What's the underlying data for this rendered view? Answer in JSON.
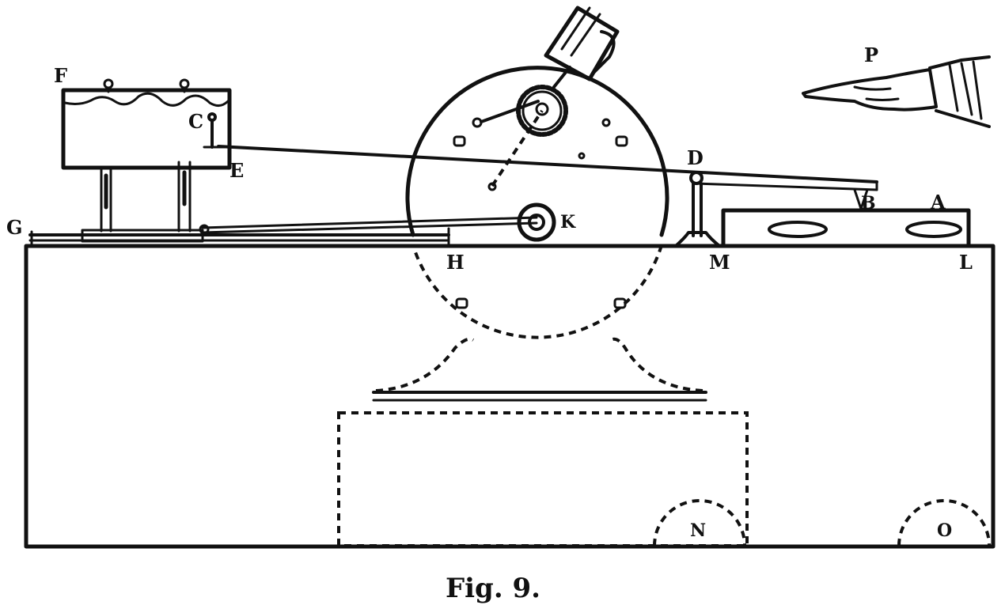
{
  "labels": {
    "F": "F",
    "C": "C",
    "E": "E",
    "G": "G",
    "D": "D",
    "B": "B",
    "A": "A",
    "K": "K",
    "H": "H",
    "M": "M",
    "L": "L",
    "N": "N",
    "O": "O",
    "P": "P"
  },
  "caption": "Fig. 9.",
  "colors": {
    "ink": "#111111",
    "paper": "#ffffff"
  }
}
